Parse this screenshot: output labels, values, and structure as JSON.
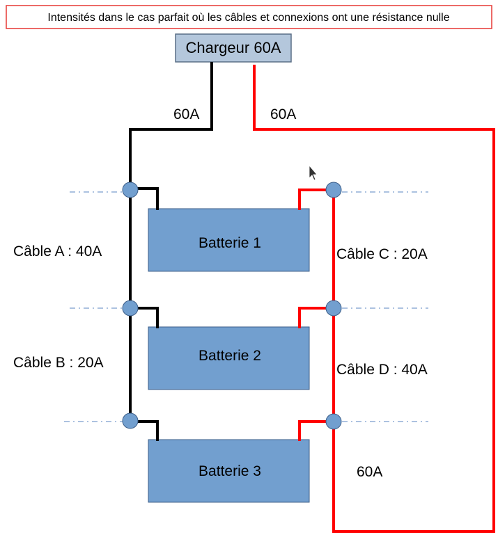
{
  "title": "Intensités dans le cas parfait où les câbles et connexions ont une résistance nulle",
  "charger": {
    "label": "Chargeur 60A"
  },
  "batteries": [
    {
      "label": "Batterie 1"
    },
    {
      "label": "Batterie 2"
    },
    {
      "label": "Batterie 3"
    }
  ],
  "currents": {
    "charger_negative": "60A",
    "charger_positive": "60A",
    "return": "60A"
  },
  "cables": {
    "a": "Câble A : 40A",
    "b": "Câble B : 20A",
    "c": "Câble C : 20A",
    "d": "Câble D : 40A"
  },
  "colors": {
    "title_border": "#e53935",
    "charger_fill": "#b4c7dc",
    "battery_fill": "#729fcf",
    "node_fill": "#729fcf",
    "negative_wire": "#000000",
    "positive_wire": "#ff0000",
    "dash_line": "#5a86c2"
  },
  "icons": {
    "cursor": "mouse-pointer-icon"
  }
}
